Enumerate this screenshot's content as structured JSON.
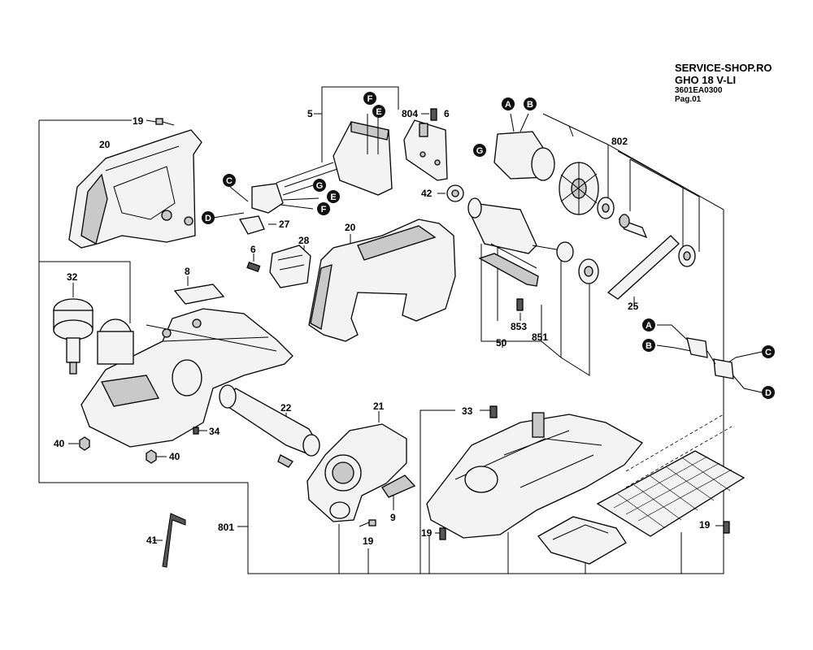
{
  "header": {
    "site": "SERVICE-SHOP.RO",
    "model": "GHO 18 V-LI",
    "part_number": "3601EA0300",
    "page": "Pag.01"
  },
  "callouts": [
    {
      "id": "c-19-top",
      "text": "19"
    },
    {
      "id": "c-20-left",
      "text": "20"
    },
    {
      "id": "c-5",
      "text": "5"
    },
    {
      "id": "c-804",
      "text": "804"
    },
    {
      "id": "c-6-top",
      "text": "6"
    },
    {
      "id": "c-802",
      "text": "802"
    },
    {
      "id": "c-42",
      "text": "42"
    },
    {
      "id": "c-27",
      "text": "27"
    },
    {
      "id": "c-20-mid",
      "text": "20"
    },
    {
      "id": "c-28",
      "text": "28"
    },
    {
      "id": "c-6-mid",
      "text": "6"
    },
    {
      "id": "c-32",
      "text": "32"
    },
    {
      "id": "c-8",
      "text": "8"
    },
    {
      "id": "c-853",
      "text": "853"
    },
    {
      "id": "c-851",
      "text": "851"
    },
    {
      "id": "c-50",
      "text": "50"
    },
    {
      "id": "c-25",
      "text": "25"
    },
    {
      "id": "c-21",
      "text": "21"
    },
    {
      "id": "c-22",
      "text": "22"
    },
    {
      "id": "c-34",
      "text": "34"
    },
    {
      "id": "c-40-left",
      "text": "40"
    },
    {
      "id": "c-40-right",
      "text": "40"
    },
    {
      "id": "c-33",
      "text": "33"
    },
    {
      "id": "c-9",
      "text": "9"
    },
    {
      "id": "c-41",
      "text": "41"
    },
    {
      "id": "c-801",
      "text": "801"
    },
    {
      "id": "c-19-mid",
      "text": "19"
    },
    {
      "id": "c-19-left",
      "text": "19"
    },
    {
      "id": "c-19-right",
      "text": "19"
    }
  ],
  "connectors": [
    {
      "id": "k-f-top",
      "text": "F"
    },
    {
      "id": "k-e-top",
      "text": "E"
    },
    {
      "id": "k-a-top",
      "text": "A"
    },
    {
      "id": "k-b-top",
      "text": "B"
    },
    {
      "id": "k-g-right",
      "text": "G"
    },
    {
      "id": "k-c-left",
      "text": "C"
    },
    {
      "id": "k-g-mid",
      "text": "G"
    },
    {
      "id": "k-e-mid",
      "text": "E"
    },
    {
      "id": "k-f-mid",
      "text": "F"
    },
    {
      "id": "k-d-left",
      "text": "D"
    },
    {
      "id": "k-a-right",
      "text": "A"
    },
    {
      "id": "k-b-right",
      "text": "B"
    },
    {
      "id": "k-c-right",
      "text": "C"
    },
    {
      "id": "k-d-right",
      "text": "D"
    }
  ]
}
